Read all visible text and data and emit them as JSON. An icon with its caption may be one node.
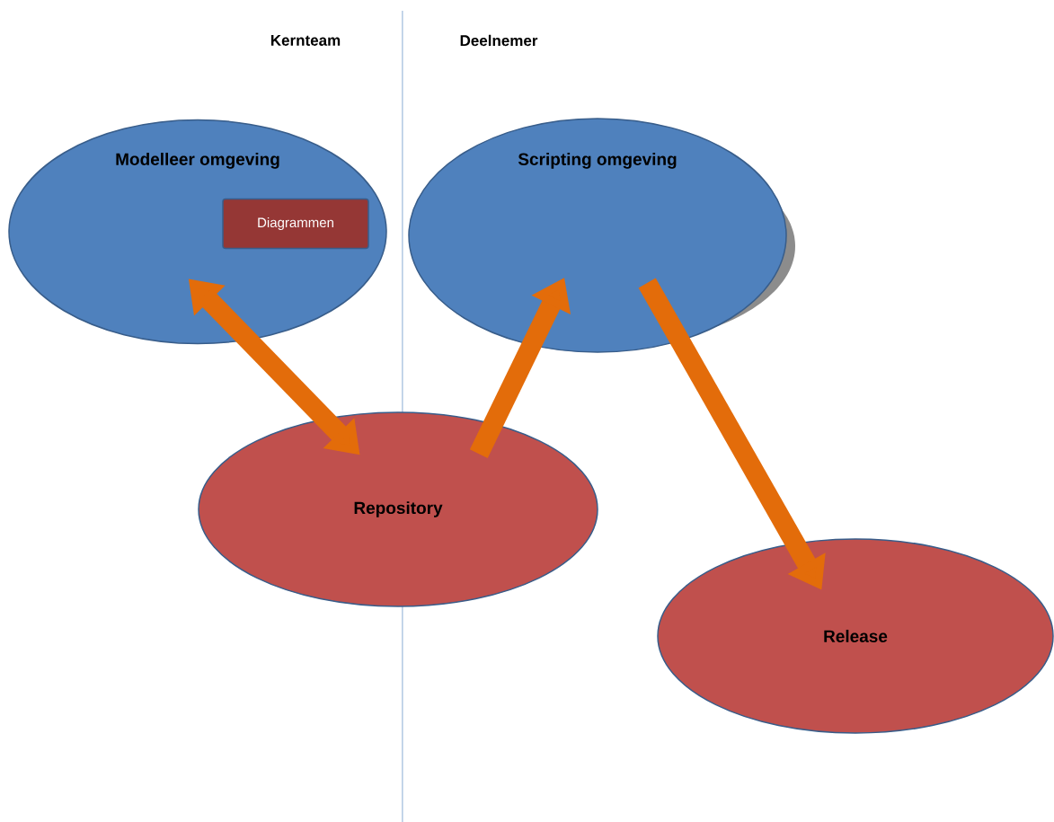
{
  "diagram": {
    "nodes": [
      {
        "text": [
          "Modelleer omgeving"
        ]
      },
      {
        "text": [
          "Diagrammen"
        ],
        "in": 0
      },
      {
        "text": [
          "Scripting omgeving"
        ]
      },
      {
        "text": [
          "Repository"
        ]
      },
      {
        "text": [
          "Release"
        ]
      }
    ],
    "edges": [
      {
        "from": 0,
        "to": 3,
        "arrow": "both"
      },
      {
        "from": 3,
        "to": 2,
        "arrow": "to"
      },
      {
        "from": 2,
        "to": 4,
        "arrow": "to"
      }
    ],
    "labels": [
      "Kernteam",
      "Deelnemer"
    ]
  }
}
